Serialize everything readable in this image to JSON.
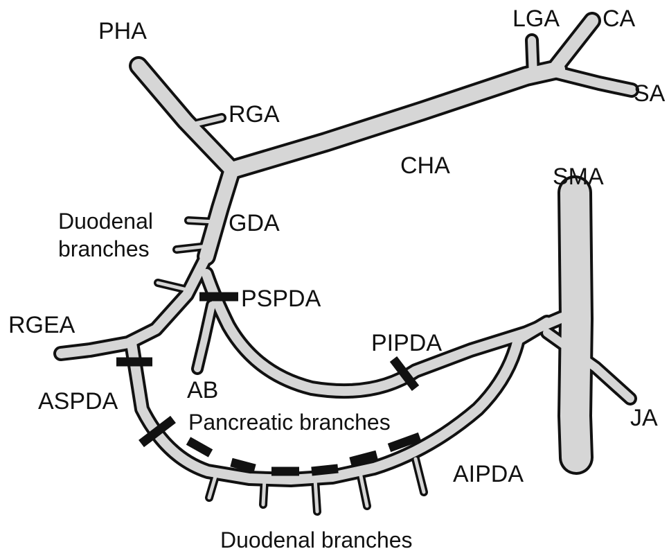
{
  "diagram": {
    "labels": {
      "pha": "PHA",
      "rga": "RGA",
      "lga": "LGA",
      "ca": "CA",
      "sa": "SA",
      "cha": "CHA",
      "sma": "SMA",
      "gda": "GDA",
      "duodenal_top_line1": "Duodenal",
      "duodenal_top_line2": "branches",
      "pspda": "PSPDA",
      "rgea": "RGEA",
      "pipda": "PIPDA",
      "aspda": "ASPDA",
      "ab": "AB",
      "pancreatic_branches": "Pancreatic branches",
      "ja": "JA",
      "aipda": "AIPDA",
      "duodenal_bottom": "Duodenal branches"
    },
    "colors": {
      "vessel_fill": "#d6d6d6",
      "vessel_outline": "#111111",
      "clip": "#111111",
      "text": "#111111"
    }
  }
}
